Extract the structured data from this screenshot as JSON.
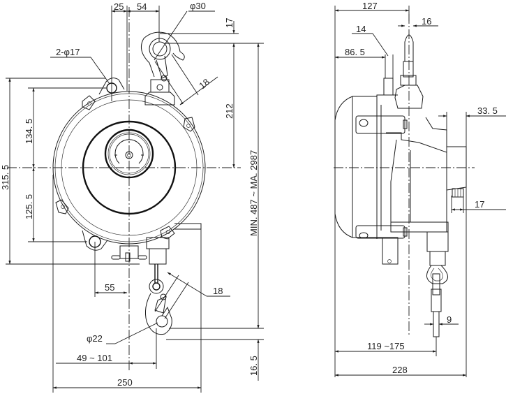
{
  "drawing": {
    "title": "Spring balancer dimensional drawing",
    "front_view": {
      "dimensions": {
        "top_offset_left": "25",
        "top_offset_hook": "54",
        "hook_diameter": "φ30",
        "hook_eye_height": "17",
        "mount_holes": "2-φ17",
        "hook_throat": "18",
        "hook_to_center": "212",
        "overall_height": "315. 5",
        "upper_height": "134. 5",
        "lower_height": "125. 5",
        "stroke_range": "MIN. 487 ~ MA. 2987",
        "hole_offset": "55",
        "bottom_hook_throat": "18",
        "bottom_hook_diameter": "φ22",
        "cable_offset_range": "49 ~ 101",
        "bottom_hook_height": "16. 5",
        "overall_width": "250"
      }
    },
    "side_view": {
      "dimensions": {
        "hook_offset": "127",
        "hook_width": "16",
        "bracket_thickness": "14",
        "bracket_offset": "86. 5",
        "top_protrusion": "33. 5",
        "knob_width": "17",
        "cable_diameter": "9",
        "cable_range": "119 ~175",
        "overall_depth": "228"
      }
    }
  }
}
